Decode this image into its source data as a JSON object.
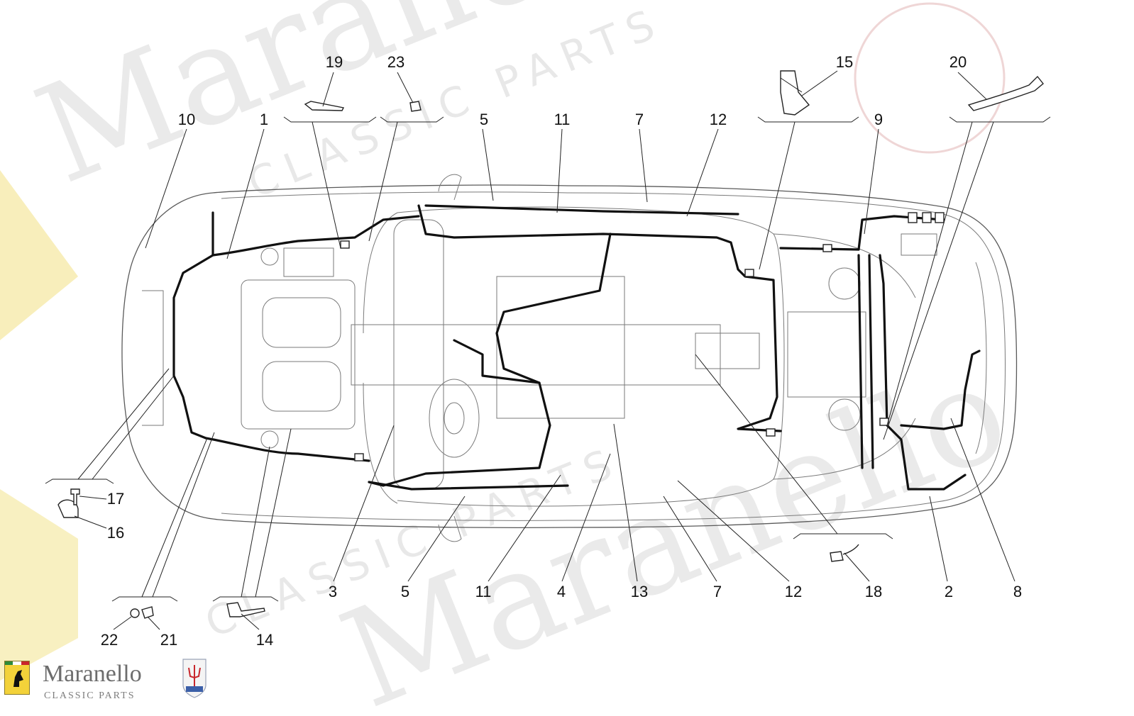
{
  "watermark": {
    "brand": "Maranello",
    "sub": "CLASSIC PARTS"
  },
  "branding": {
    "name": "Maranello",
    "tagline": "CLASSIC PARTS",
    "logo_left_icon": "ferrari-prancing-horse",
    "logo_right_icon": "maserati-trident"
  },
  "callouts": {
    "c1": "1",
    "c2": "2",
    "c3": "3",
    "c4": "4",
    "c5a": "5",
    "c5b": "5",
    "c7a": "7",
    "c7b": "7",
    "c8": "8",
    "c9": "9",
    "c10": "10",
    "c11a": "11",
    "c11b": "11",
    "c12a": "12",
    "c12b": "12",
    "c13": "13",
    "c14": "14",
    "c15": "15",
    "c16": "16",
    "c17": "17",
    "c18": "18",
    "c19": "19",
    "c20": "20",
    "c21": "21",
    "c22": "22",
    "c23": "23"
  }
}
